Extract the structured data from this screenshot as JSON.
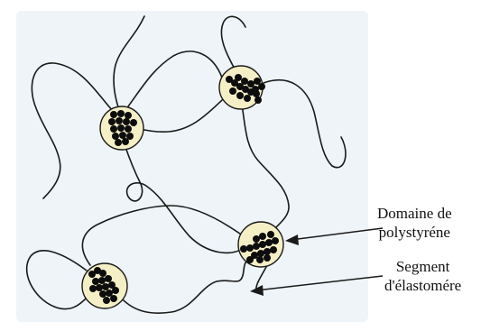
{
  "labels": {
    "domain": {
      "line1": "Domaine de",
      "line2": "polystyréne"
    },
    "segment": {
      "line1": "Segment",
      "line2": "d'élastomére"
    }
  },
  "colors": {
    "background": "#eef4f8",
    "chain": "#1a1a1a",
    "domain_fill": "#f5efc6",
    "domain_stroke": "#1a1a1a",
    "bead": "#0d0d0d"
  }
}
